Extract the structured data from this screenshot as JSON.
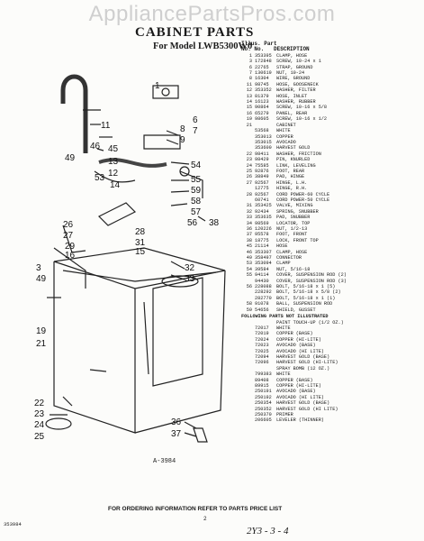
{
  "watermark": "AppliancePartsPros.com",
  "title": "CABINET PARTS",
  "subtitle": "For Model LWB5300W0",
  "parts_header": {
    "col1": "Illus.",
    "col2": "Part",
    "col3": "No.",
    "col4": "No.",
    "col5": "DESCRIPTION"
  },
  "parts": [
    {
      "k": "1",
      "p": "353395",
      "d": "CLAMP, HOSE"
    },
    {
      "k": "3",
      "p": "172848",
      "d": "SCREW, 10-24 x 1"
    },
    {
      "k": "6",
      "p": "22765",
      "d": "STRAP, GROUND"
    },
    {
      "k": "7",
      "p": "130619",
      "d": "NUT, 10-24"
    },
    {
      "k": "8",
      "p": "16304",
      "d": "WIRE, GROUND"
    },
    {
      "k": "11",
      "p": "98745",
      "d": "HOSE, GOOSENECK"
    },
    {
      "k": "12",
      "p": "353352",
      "d": "WASHER, FILTER"
    },
    {
      "k": "13",
      "p": "81379",
      "d": "HOSE, INLET"
    },
    {
      "k": "14",
      "p": "16123",
      "d": "WASHER, RUBBER"
    },
    {
      "k": "15",
      "p": "90864",
      "d": "SCREW, 10-16 x 5/8"
    },
    {
      "k": "16",
      "p": "65279",
      "d": "PANEL, REAR"
    },
    {
      "k": "19",
      "p": "98605",
      "d": "SCREW, 10-16 x 1/2"
    },
    {
      "k": "21",
      "p": "",
      "d": "CABINET"
    },
    {
      "k": "",
      "p": "53568",
      "d": "WHITE"
    },
    {
      "k": "",
      "p": "353013",
      "d": "COPPER"
    },
    {
      "k": "",
      "p": "353015",
      "d": "AVOCADO"
    },
    {
      "k": "",
      "p": "353600",
      "d": "HARVEST GOLD"
    },
    {
      "k": "22",
      "p": "98411",
      "d": "WASHER, FRICTION"
    },
    {
      "k": "23",
      "p": "98429",
      "d": "PIN, KNURLED"
    },
    {
      "k": "24",
      "p": "75585",
      "d": "LINK, LEVELING"
    },
    {
      "k": "25",
      "p": "92876",
      "d": "FOOT, REAR"
    },
    {
      "k": "26",
      "p": "38849",
      "d": "PAD, HINGE"
    },
    {
      "k": "27",
      "p": "92567",
      "d": "HINGE, L.H."
    },
    {
      "k": "",
      "p": "12775",
      "d": "HINGE, R.H."
    },
    {
      "k": "28",
      "p": "92567",
      "d": "CORD POWER-60 CYCLE"
    },
    {
      "k": "",
      "p": "60741",
      "d": "CORD POWER-50 CYCLE"
    },
    {
      "k": "31",
      "p": "353425",
      "d": "VALVE, MIXING"
    },
    {
      "k": "32",
      "p": "92434",
      "d": "SPRING, SNUBBER"
    },
    {
      "k": "33",
      "p": "353635",
      "d": "PAD, SNUBBER"
    },
    {
      "k": "34",
      "p": "98569",
      "d": "LOCATOR, TOP"
    },
    {
      "k": "36",
      "p": "120226",
      "d": "NUT, 1/2-13"
    },
    {
      "k": "37",
      "p": "95578",
      "d": "FOOT, FRONT"
    },
    {
      "k": "38",
      "p": "18775",
      "d": "LOCK, FRONT TOP"
    },
    {
      "k": "45",
      "p": "21114",
      "d": "HOSE"
    },
    {
      "k": "46",
      "p": "353307",
      "d": "CLAMP, HOSE"
    },
    {
      "k": "49",
      "p": "358497",
      "d": "CONNECTOR"
    },
    {
      "k": "53",
      "p": "353094",
      "d": "CLAMP"
    },
    {
      "k": "54",
      "p": "39584",
      "d": "NUT, 5/16-18"
    },
    {
      "k": "55",
      "p": "94114",
      "d": "COVER, SUSPENSION ROD (2)"
    },
    {
      "k": "",
      "p": "94430",
      "d": "COVER, SUSPENSION ROD (3)"
    },
    {
      "k": "56",
      "p": "228088",
      "d": "BOLT, 5/16-18 x 1 (5)"
    },
    {
      "k": "",
      "p": "228292",
      "d": "BOLT, 5/16-18 x 5/8 (2)"
    },
    {
      "k": "",
      "p": "282770",
      "d": "BOLT, 5/16-18 x 1 (1)"
    },
    {
      "k": "58",
      "p": "91078",
      "d": "BALL, SUSPENSION ROD"
    },
    {
      "k": "59",
      "p": "54656",
      "d": "SHIELD, GUSSET"
    }
  ],
  "section_title": "FOLLOWING PARTS NOT ILLUSTRATED",
  "extra_parts": [
    {
      "p": "",
      "d": "PAINT TOUCH-UP (1/2 OZ.)"
    },
    {
      "p": "72017",
      "d": "WHITE"
    },
    {
      "p": "72019",
      "d": "COPPER (BASE)"
    },
    {
      "p": "72024",
      "d": "COPPER (HI-LITE)"
    },
    {
      "p": "72023",
      "d": "AVOCADO (BASE)"
    },
    {
      "p": "72025",
      "d": "AVOCADO (HI LITE)"
    },
    {
      "p": "72094",
      "d": "HARVEST GOLD (BASE)"
    },
    {
      "p": "72096",
      "d": "HARVEST GOLD (HI-LITE)"
    },
    {
      "p": "",
      "d": "SPRAY BOMB (12 OZ.)"
    },
    {
      "p": "799383",
      "d": "WHITE"
    },
    {
      "p": "89408",
      "d": "COPPER (BASE)"
    },
    {
      "p": "89915",
      "d": "COPPER (HI-LITE)"
    },
    {
      "p": "250191",
      "d": "AVOCADO (BASE)"
    },
    {
      "p": "250192",
      "d": "AVOCADO (HI LITE)"
    },
    {
      "p": "250354",
      "d": "HARVEST GOLD (BASE)"
    },
    {
      "p": "250352",
      "d": "HARVEST GOLD (HI LITE)"
    },
    {
      "p": "250370",
      "d": "PRIMER"
    },
    {
      "p": "206605",
      "d": "LEVELER (THINNER)"
    }
  ],
  "callouts": [
    "1",
    "11",
    "46",
    "45",
    "13",
    "12",
    "14",
    "49",
    "8",
    "9",
    "6",
    "7",
    "53",
    "54",
    "55",
    "59",
    "58",
    "57",
    "56",
    "26",
    "27",
    "28",
    "38",
    "31",
    "15",
    "29",
    "16",
    "3",
    "49",
    "32",
    "33",
    "19",
    "21",
    "22",
    "23",
    "24",
    "25",
    "36",
    "37"
  ],
  "figure_ref": "A-3984",
  "footer": "FOR ORDERING INFORMATION REFER TO PARTS PRICE LIST",
  "doc_number": "353984",
  "page_number": "2",
  "handwritten_note": "2Y3 - 3 - 4"
}
